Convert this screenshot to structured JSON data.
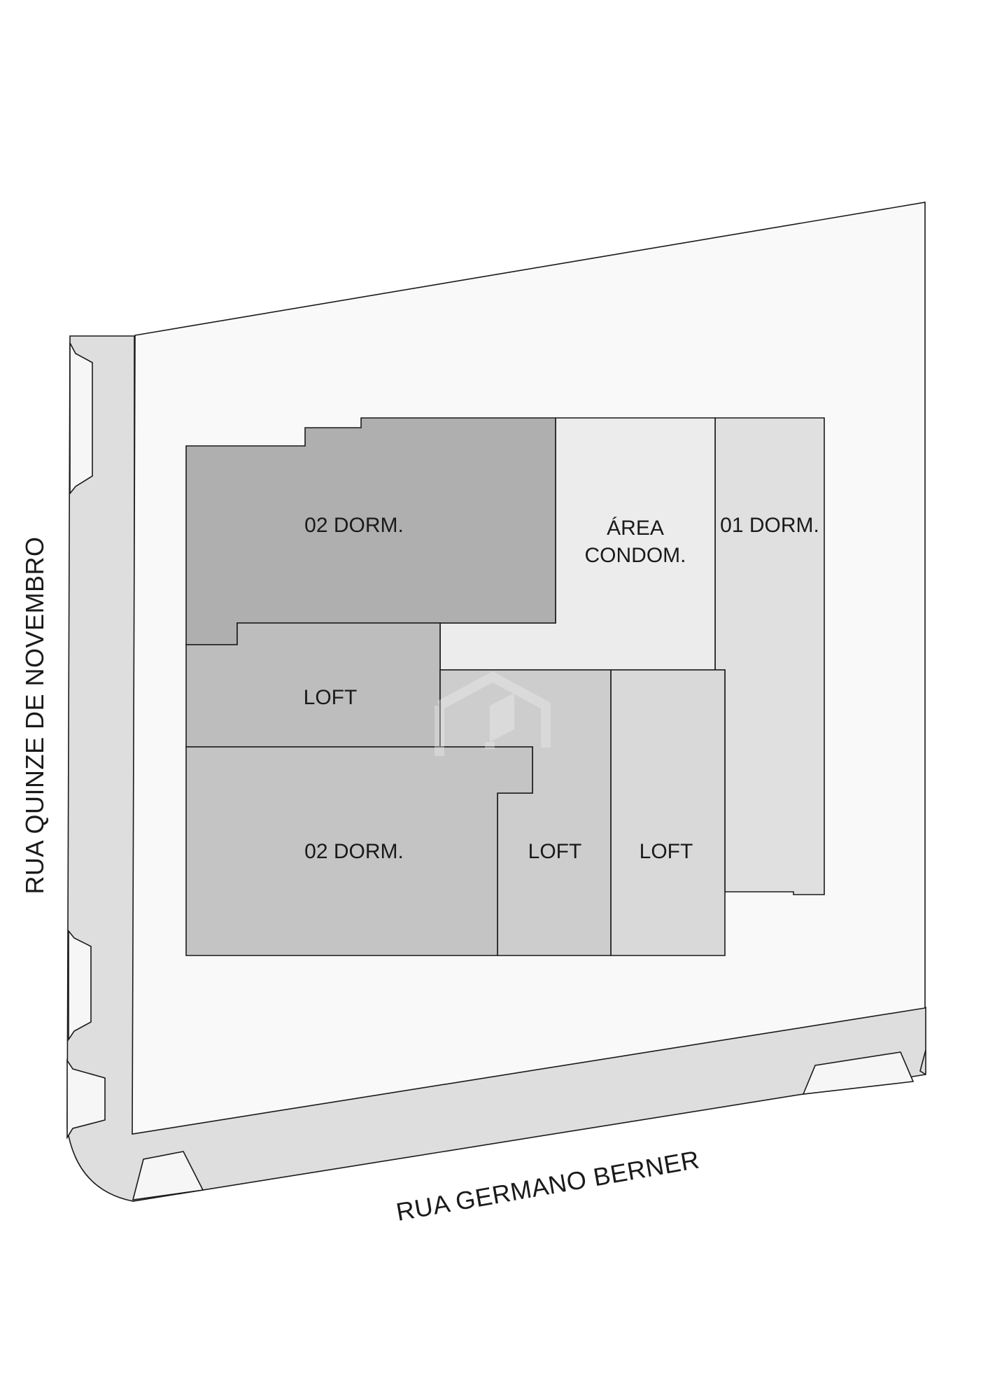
{
  "streets": {
    "west": "RUA QUINZE DE NOVEMBRO",
    "south": "RUA GERMANO BERNER"
  },
  "units": [
    {
      "id": "dorm2-top",
      "label": "02 DORM."
    },
    {
      "id": "area-condom",
      "label_line1": "ÁREA",
      "label_line2": "CONDOM."
    },
    {
      "id": "dorm1",
      "label": "01 DORM."
    },
    {
      "id": "loft-left",
      "label": "LOFT"
    },
    {
      "id": "dorm2-bottom",
      "label": "02 DORM."
    },
    {
      "id": "loft-middle",
      "label": "LOFT"
    },
    {
      "id": "loft-right",
      "label": "LOFT"
    }
  ],
  "colors": {
    "lot": "#f9f9f9",
    "sidewalk": "#dedede",
    "dorm2_top": "#afafaf",
    "area_condom": "#ececec",
    "dorm1": "#e0e0e0",
    "loft_left": "#bdbdbd",
    "dorm2_bottom": "#c4c4c4",
    "loft_middle": "#cdcdcd",
    "loft_right": "#d9d9d9",
    "stroke": "#1a1a1a"
  }
}
